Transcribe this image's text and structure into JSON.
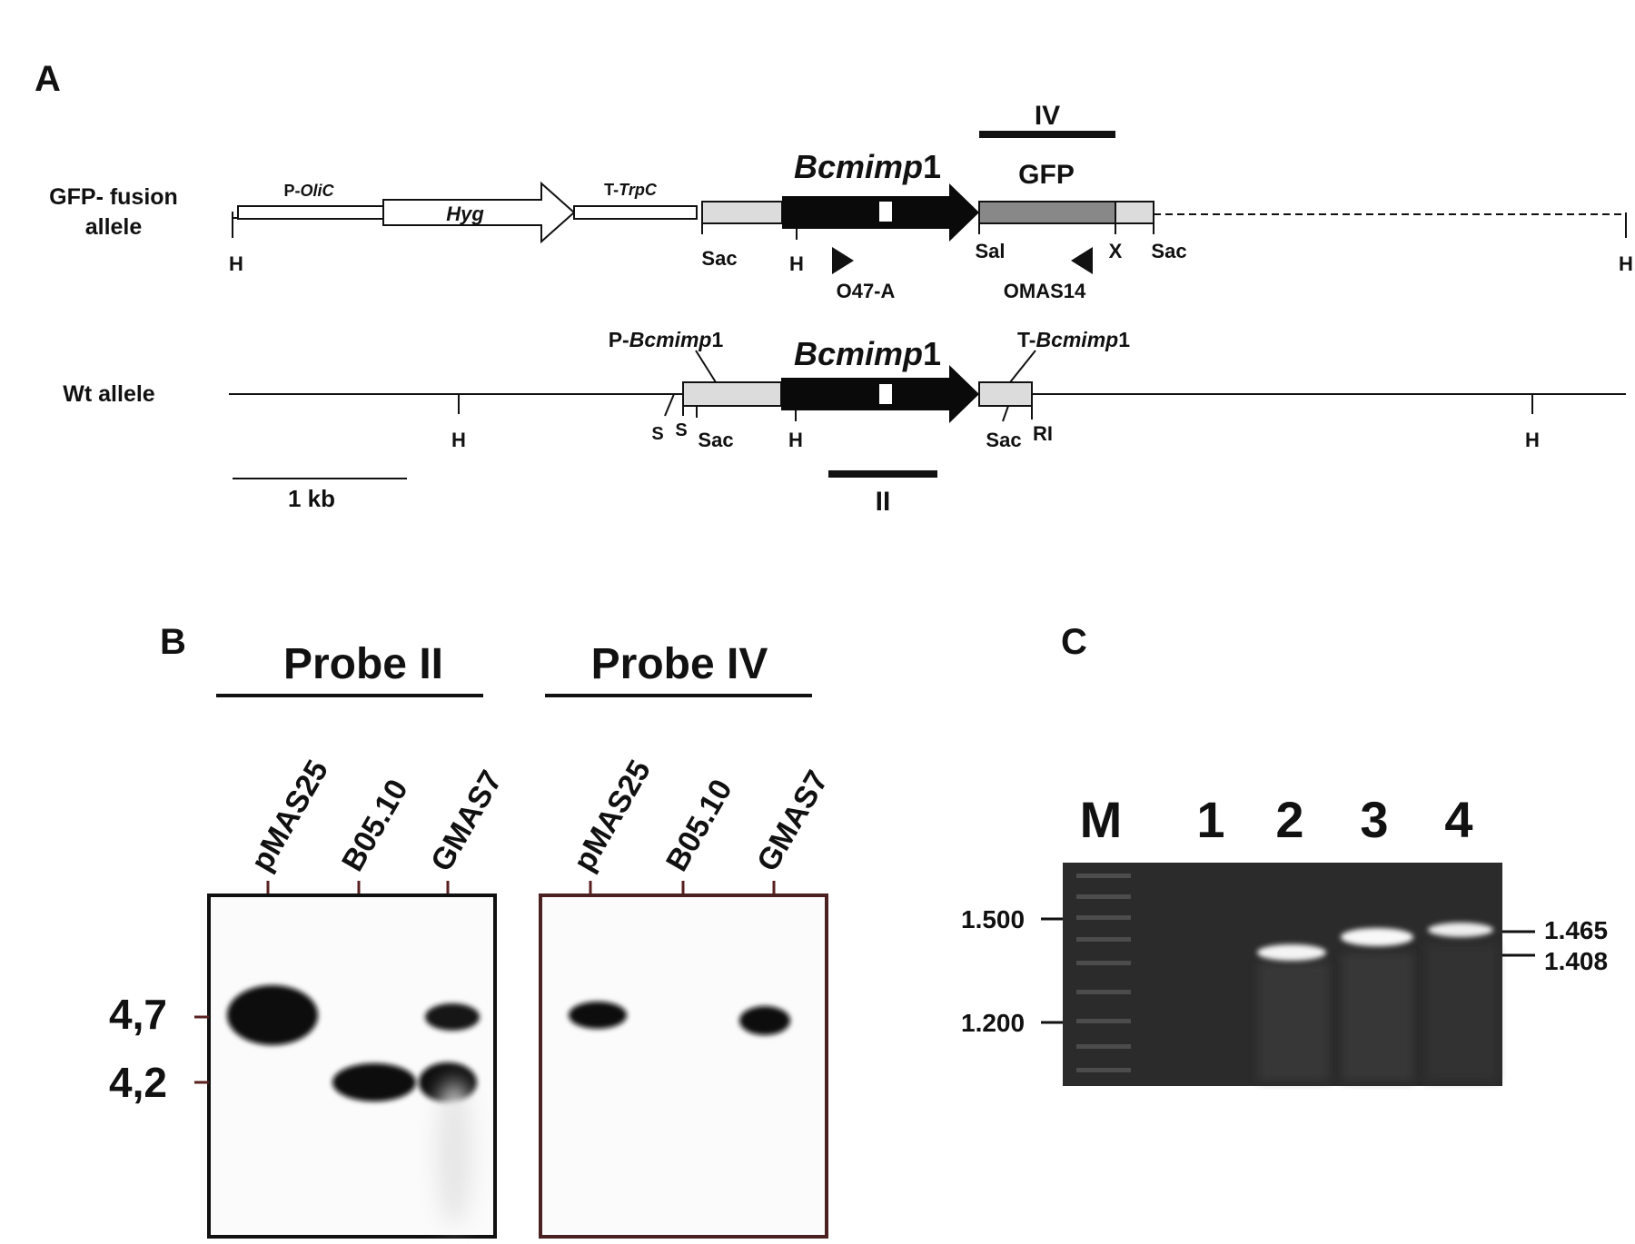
{
  "panel_a": {
    "label": "A",
    "gfp_allele": {
      "label_line1": "GFP- fusion",
      "label_line2": "allele",
      "p_olic_prefix": "P-",
      "p_olic_italic": "OliC",
      "hyg": "Hyg",
      "t_trpc_prefix": "T-",
      "t_trpc_italic": "TrpC",
      "gene_italic": "Bcmimp",
      "gene_suffix": "1",
      "gfp": "GFP",
      "probe_iv": "IV",
      "sites": [
        "H",
        "Sac",
        "H",
        "Sal",
        "X",
        "Sac",
        "H"
      ],
      "primer_fwd": "O47-A",
      "primer_rev": "OMAS14"
    },
    "wt_allele": {
      "label": "Wt allele",
      "promoter_prefix": "P-",
      "promoter_italic": "Bcmimp",
      "promoter_suffix": "1",
      "gene_italic": "Bcmimp",
      "gene_suffix": "1",
      "terminator_prefix": "T-",
      "terminator_italic": "Bcmimp",
      "terminator_suffix": "1",
      "sites": [
        "H",
        "S",
        "S",
        "Sac",
        "H",
        "Sac",
        "RI",
        "H"
      ],
      "probe_ii": "II"
    },
    "scale_bar": "1 kb"
  },
  "panel_b": {
    "label": "B",
    "probe_ii_title": "Probe II",
    "probe_iv_title": "Probe IV",
    "lanes": [
      "pMAS25",
      "B05.10",
      "GMAS7"
    ],
    "size_markers": [
      "4,7",
      "4,2"
    ]
  },
  "panel_c": {
    "label": "C",
    "lanes": [
      "M",
      "1",
      "2",
      "3",
      "4"
    ],
    "left_markers": [
      "1.500",
      "1.200"
    ],
    "right_markers": [
      "1.465",
      "1.408"
    ],
    "colors": {
      "gel_background": "#2b2b2b",
      "band": "#f4f4f4"
    }
  }
}
